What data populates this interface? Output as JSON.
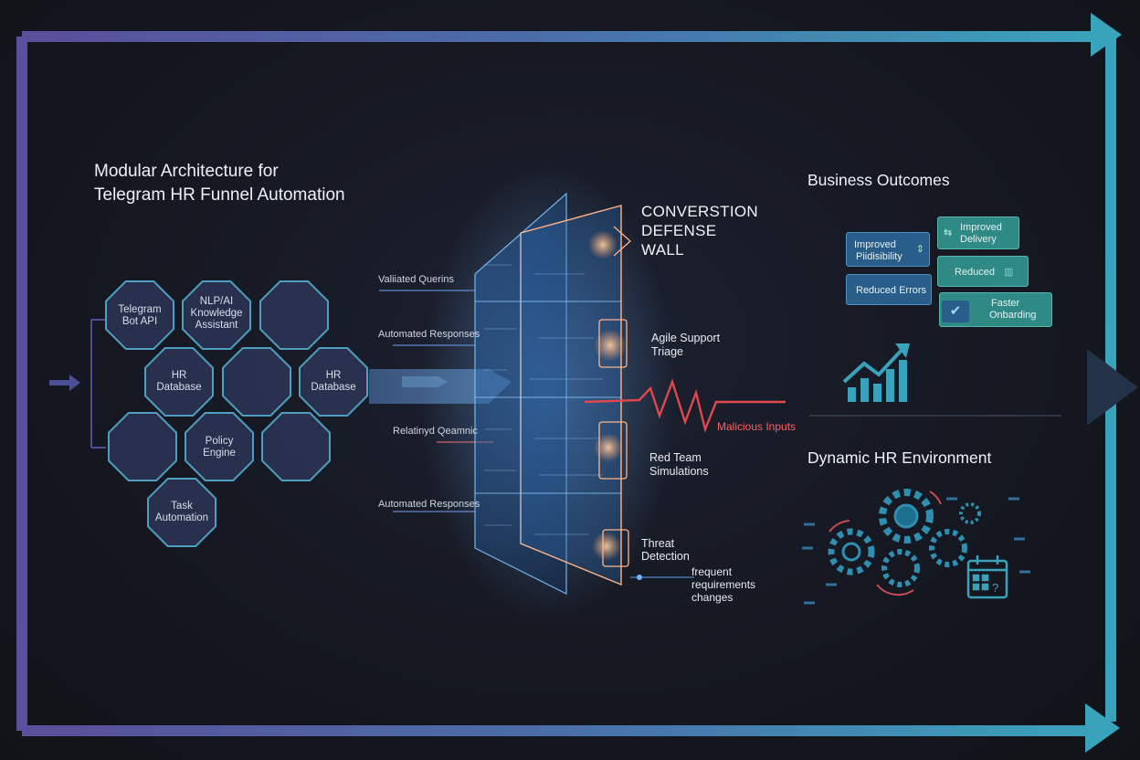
{
  "title": {
    "line1": "Modular Architecture for",
    "line2": "Telegram HR Funnel Automation"
  },
  "modules": [
    {
      "line1": "Telegram",
      "line2": "Bot API"
    },
    {
      "line1": "NLP/AI",
      "line2": "Knowledge",
      "line3": "Assistant"
    },
    {
      "line1": "HR",
      "line2": "Database"
    },
    {
      "line1": "HR",
      "line2": "Database"
    },
    {
      "line1": "Policy",
      "line2": "Engine"
    },
    {
      "line1": "Task",
      "line2": "Automation"
    }
  ],
  "flows": {
    "validated": "Valiiated Querins",
    "automated1": "Automated Responses",
    "related": "Relatinyd Qeamnic",
    "automated2": "Automated Responses"
  },
  "wall": {
    "line1": "CONVERSTION",
    "line2": "DEFENSE",
    "line3": "WALL",
    "agile1": "Agile Support",
    "agile2": "Triage",
    "malicious": "Malicious Inputs",
    "redteam1": "Red Team",
    "redteam2": "Simulations",
    "threat1": "Threat",
    "threat2": "Detection",
    "freq1": "frequent",
    "freq2": "requirements",
    "freq3": "changes"
  },
  "outcomes": {
    "heading": "Business Outcomes",
    "c1_line1": "Improved",
    "c1_line2": "Piidisibility",
    "c2_line1": "Improved",
    "c2_line2": "Delivery",
    "c3": "Reduced Errors",
    "c4": "Reduced",
    "c5_line1": "Faster",
    "c5_line2": "Onbarding"
  },
  "environment": {
    "heading": "Dynamic HR Environment"
  },
  "icons": [
    "arrow-right-icon",
    "growth-chart-icon",
    "gear-icon",
    "calendar-icon",
    "check-icon"
  ],
  "colors": {
    "frame_start": "#5a4f9a",
    "frame_end": "#3aa3bc",
    "hex_stroke": "#4d9ec0",
    "wall_glow": "#5aa8f0",
    "malicious": "#ff5d63",
    "card_teal": "#2f8a86",
    "card_blue": "#2a5e8a"
  }
}
